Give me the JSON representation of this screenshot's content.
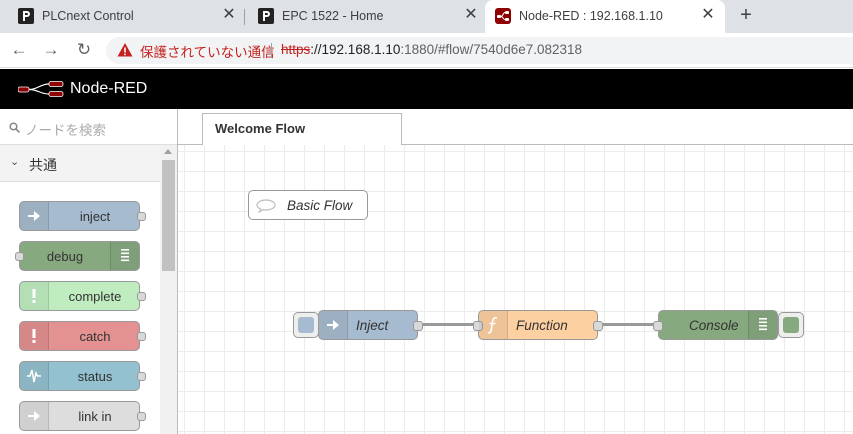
{
  "browser": {
    "tabs": [
      {
        "title": "PLCnext Control",
        "icon": "plcnext-favicon"
      },
      {
        "title": "EPC 1522 - Home",
        "icon": "plcnext-favicon"
      },
      {
        "title": "Node-RED : 192.168.1.10",
        "icon": "node-red-favicon",
        "active": true
      }
    ],
    "new_tab": "+",
    "close": "✕",
    "nav": {
      "back": "←",
      "forward": "→",
      "reload": "↻"
    },
    "address": {
      "insecure_label": "保護されていない通信",
      "scheme": "https",
      "host": "://192.168.1.10",
      "rest": ":1880/#flow/7540d6e7.082318"
    }
  },
  "app": {
    "title": "Node-RED",
    "header_color": "#000000"
  },
  "palette": {
    "search_placeholder": "ノードを検索",
    "category": {
      "label": "共通",
      "expanded": true
    },
    "nodes": [
      {
        "label": "inject",
        "color": "#a6bbcf",
        "icon": "inject-arrow-icon"
      },
      {
        "label": "debug",
        "color": "#87a980",
        "icon": "debug-list-icon"
      },
      {
        "label": "complete",
        "color": "#c0edc0",
        "icon": "exclamation-icon"
      },
      {
        "label": "catch",
        "color": "#e49191",
        "icon": "exclamation-icon"
      },
      {
        "label": "status",
        "color": "#94c1d0",
        "icon": "status-wave-icon"
      },
      {
        "label": "link in",
        "color": "#dddddd",
        "icon": "link-in-icon"
      }
    ]
  },
  "workspace": {
    "tab_label": "Welcome Flow",
    "comment": {
      "label": "Basic Flow"
    },
    "flow_nodes": [
      {
        "label": "Inject",
        "color": "#a6bbcf",
        "icon": "inject-arrow-icon"
      },
      {
        "label": "Function",
        "color": "#fdd0a2",
        "icon": "function-icon"
      },
      {
        "label": "Console",
        "color": "#87a980",
        "icon": "debug-list-icon"
      }
    ]
  },
  "colors": {
    "insecure_red": "#c5221f",
    "grid": "#ececec",
    "wire": "#999999"
  }
}
